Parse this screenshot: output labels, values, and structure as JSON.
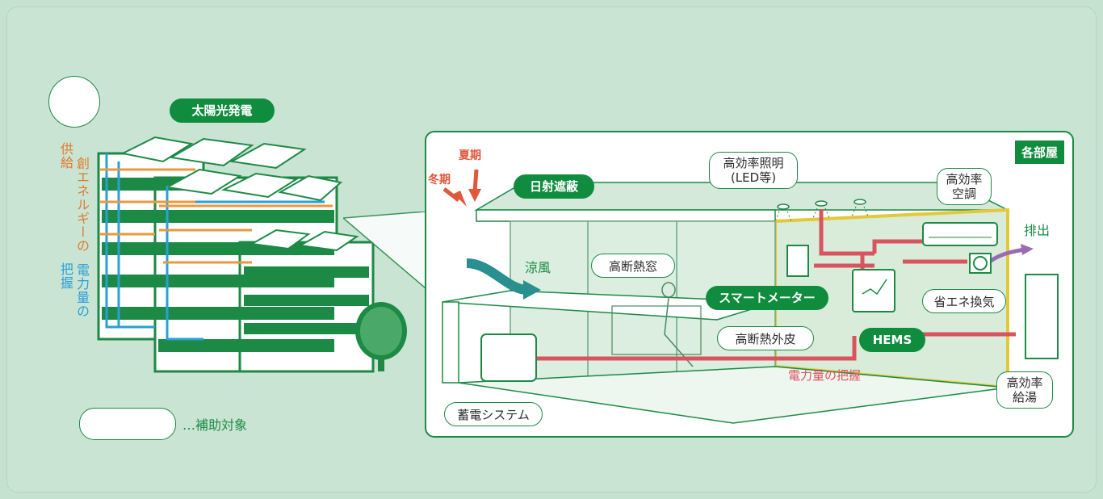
{
  "legend": {
    "text": "…補助対象"
  },
  "solar_label": "太陽光発電",
  "vertical_labels": {
    "supply": "供給",
    "create_energy": "創エネルギーの",
    "grasp": "把握",
    "power_amount": "電力量の"
  },
  "room_tag": "各部屋",
  "season": {
    "summer": "夏期",
    "winter": "冬期"
  },
  "labels": {
    "shading": "日射遮蔽",
    "lighting": "高効率照明\n(LED等)",
    "aircon": "高効率\n空調",
    "exhaust": "排出",
    "cool_breeze": "涼風",
    "window": "高断熱窓",
    "smart_meter": "スマートメーター",
    "ventilation": "省エネ換気",
    "insulation": "高断熱外皮",
    "hems": "HEMS",
    "power_grasp": "電力量の把握",
    "water_heater": "高効率\n給湯",
    "storage": "蓄電システム"
  },
  "colors": {
    "green": "#0f8c3e",
    "blue": "#2a9fd8",
    "orange": "#e89a3c",
    "red": "#d9545f",
    "purple": "#9a6bb0",
    "teal": "#2a8f8f"
  }
}
